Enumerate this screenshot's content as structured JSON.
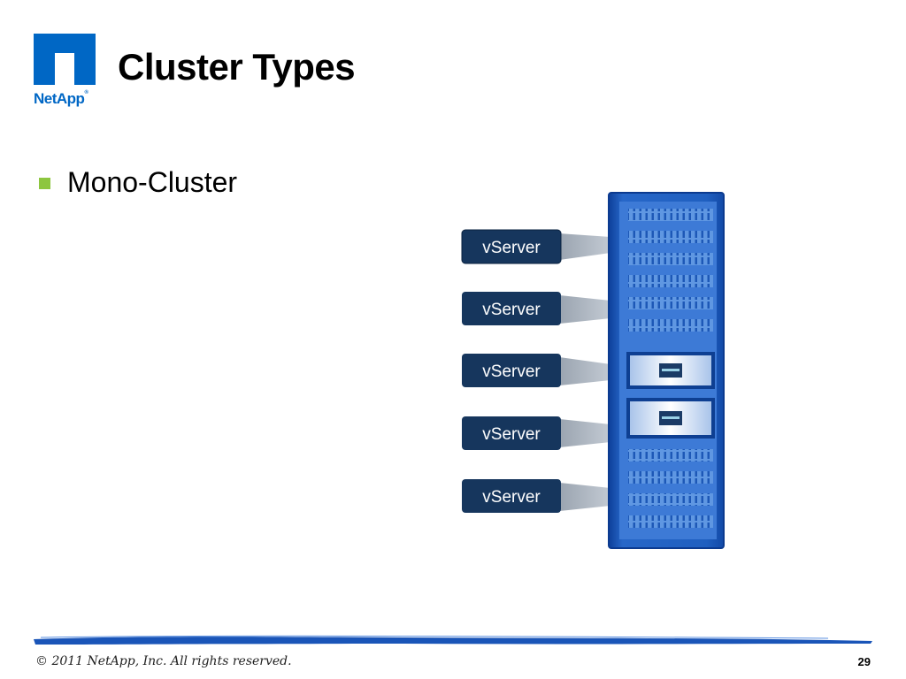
{
  "logo": {
    "brand": "NetApp",
    "mark_color": "#0067c5"
  },
  "slide": {
    "title": "Cluster Types",
    "page_number": "29"
  },
  "bullet": {
    "text": "Mono-Cluster",
    "color": "#8dc63f"
  },
  "diagram": {
    "vservers": [
      {
        "label": "vServer"
      },
      {
        "label": "vServer"
      },
      {
        "label": "vServer"
      },
      {
        "label": "vServer"
      },
      {
        "label": "vServer"
      }
    ],
    "cabinet_color": "#1f63c4",
    "label_box_color": "#16365d"
  },
  "footer": {
    "copyright": "© 2011 NetApp, Inc. All rights reserved.",
    "rule_color": "#1a55b8"
  }
}
